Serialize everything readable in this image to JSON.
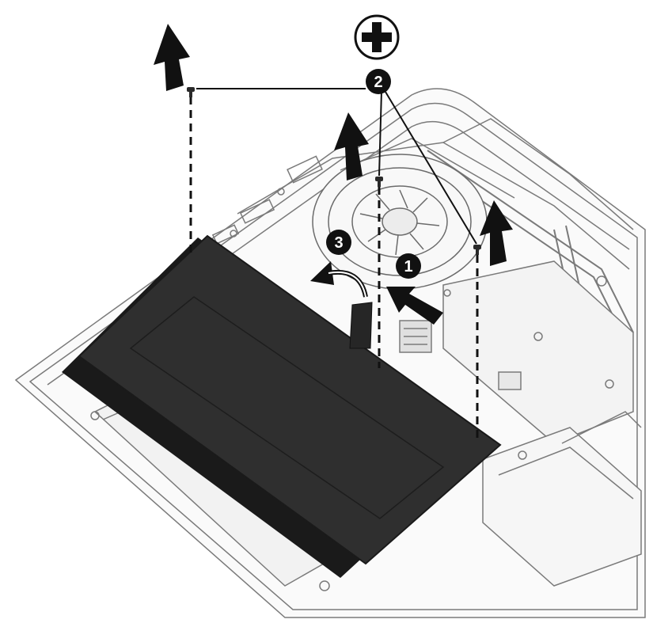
{
  "callouts": [
    {
      "id": "step-1",
      "label": "1"
    },
    {
      "id": "step-2",
      "label": "2"
    },
    {
      "id": "step-3",
      "label": "3"
    }
  ],
  "tool_icon": "phillips-screwdriver-icon",
  "colors": {
    "battery": "#2f2f2f",
    "battery_edge": "#1a1a1a",
    "outline": "#6b6b6b",
    "background": "#ffffff",
    "callout": "#111111"
  }
}
